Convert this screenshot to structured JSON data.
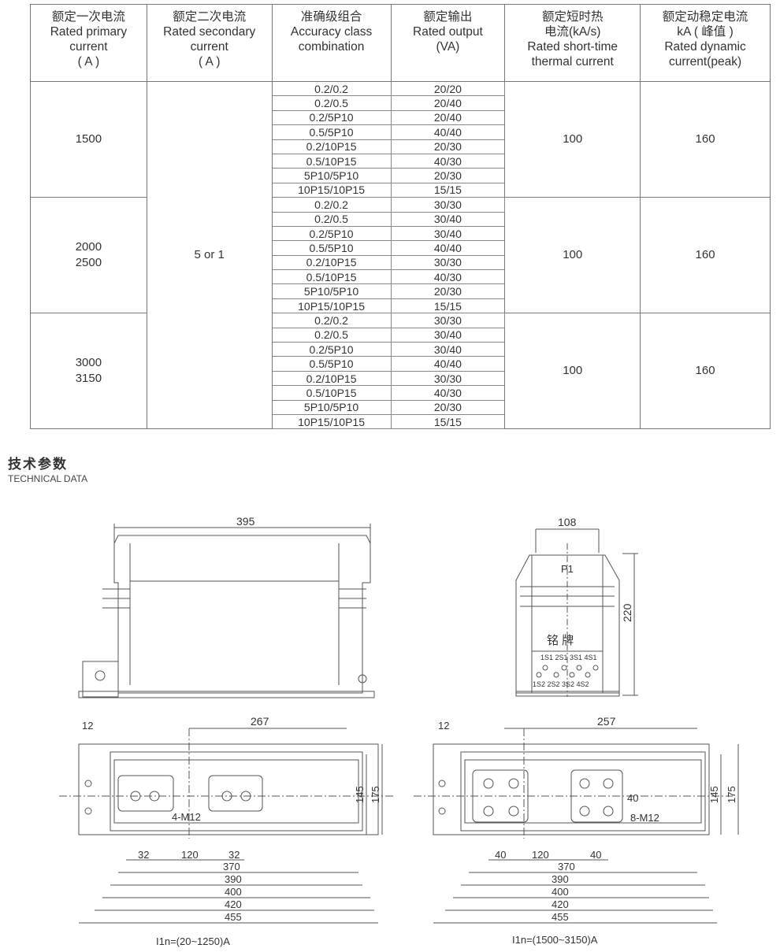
{
  "table": {
    "headers": [
      {
        "cn": "额定一次电流",
        "en1": "Rated primary",
        "en2": "current",
        "en3": "( A )"
      },
      {
        "cn": "额定二次电流",
        "en1": "Rated secondary",
        "en2": "current",
        "en3": "( A )"
      },
      {
        "cn": "准确级组合",
        "en1": "Accuracy class",
        "en2": "combination",
        "en3": ""
      },
      {
        "cn": "额定输出",
        "en1": "Rated output",
        "en2": "(VA)",
        "en3": ""
      },
      {
        "cn": "额定短时热",
        "en1": "电流(kA/s)",
        "en2": "Rated short-time",
        "en3": "thermal current"
      },
      {
        "cn": "额定动稳定电流",
        "en1": "kA ( 峰值 )",
        "en2": "Rated dynamic",
        "en3": "current(peak)"
      }
    ],
    "secondary_current": "5 or 1",
    "groups": [
      {
        "primary": [
          "1500"
        ],
        "thermal": "100",
        "dynamic": "160",
        "rows": [
          [
            "0.2/0.2",
            "20/20"
          ],
          [
            "0.2/0.5",
            "20/40"
          ],
          [
            "0.2/5P10",
            "20/40"
          ],
          [
            "0.5/5P10",
            "40/40"
          ],
          [
            "0.2/10P15",
            "20/30"
          ],
          [
            "0.5/10P15",
            "40/30"
          ],
          [
            "5P10/5P10",
            "20/30"
          ],
          [
            "10P15/10P15",
            "15/15"
          ]
        ]
      },
      {
        "primary": [
          "2000",
          "2500"
        ],
        "thermal": "100",
        "dynamic": "160",
        "rows": [
          [
            "0.2/0.2",
            "30/30"
          ],
          [
            "0.2/0.5",
            "30/40"
          ],
          [
            "0.2/5P10",
            "30/40"
          ],
          [
            "0.5/5P10",
            "40/40"
          ],
          [
            "0.2/10P15",
            "30/30"
          ],
          [
            "0.5/10P15",
            "40/30"
          ],
          [
            "5P10/5P10",
            "20/30"
          ],
          [
            "10P15/10P15",
            "15/15"
          ]
        ]
      },
      {
        "primary": [
          "3000",
          "3150"
        ],
        "thermal": "100",
        "dynamic": "160",
        "rows": [
          [
            "0.2/0.2",
            "30/30"
          ],
          [
            "0.2/0.5",
            "30/40"
          ],
          [
            "0.2/5P10",
            "30/40"
          ],
          [
            "0.5/5P10",
            "40/40"
          ],
          [
            "0.2/10P15",
            "30/30"
          ],
          [
            "0.5/10P15",
            "40/30"
          ],
          [
            "5P10/5P10",
            "20/30"
          ],
          [
            "10P15/10P15",
            "15/15"
          ]
        ]
      }
    ]
  },
  "section": {
    "cn": "技术参数",
    "en": "TECHNICAL DATA"
  },
  "front_view": {
    "width": "395"
  },
  "side_view": {
    "width": "108",
    "height": "220",
    "terminal": "P1",
    "nameplate": "铭 牌",
    "top_labels": "1S1 2S1 3S1 4S1",
    "bottom_labels": "1S2 2S2 3S2 4S2"
  },
  "plan_left": {
    "d12": "12",
    "d267": "267",
    "bolt": "4-M12",
    "d145": "145",
    "d175": "175",
    "d32a": "32",
    "d120": "120",
    "d32b": "32",
    "d370": "370",
    "d390": "390",
    "d400": "400",
    "d420": "420",
    "d455": "455",
    "caption": "I1n=(20~1250)A"
  },
  "plan_right": {
    "d12": "12",
    "d257": "257",
    "bolt": "8-M12",
    "d40v": "40",
    "d145": "145",
    "d175": "175",
    "d40a": "40",
    "d120": "120",
    "d40b": "40",
    "d370": "370",
    "d390": "390",
    "d400": "400",
    "d420": "420",
    "d455": "455",
    "caption": "I1n=(1500~3150)A"
  }
}
